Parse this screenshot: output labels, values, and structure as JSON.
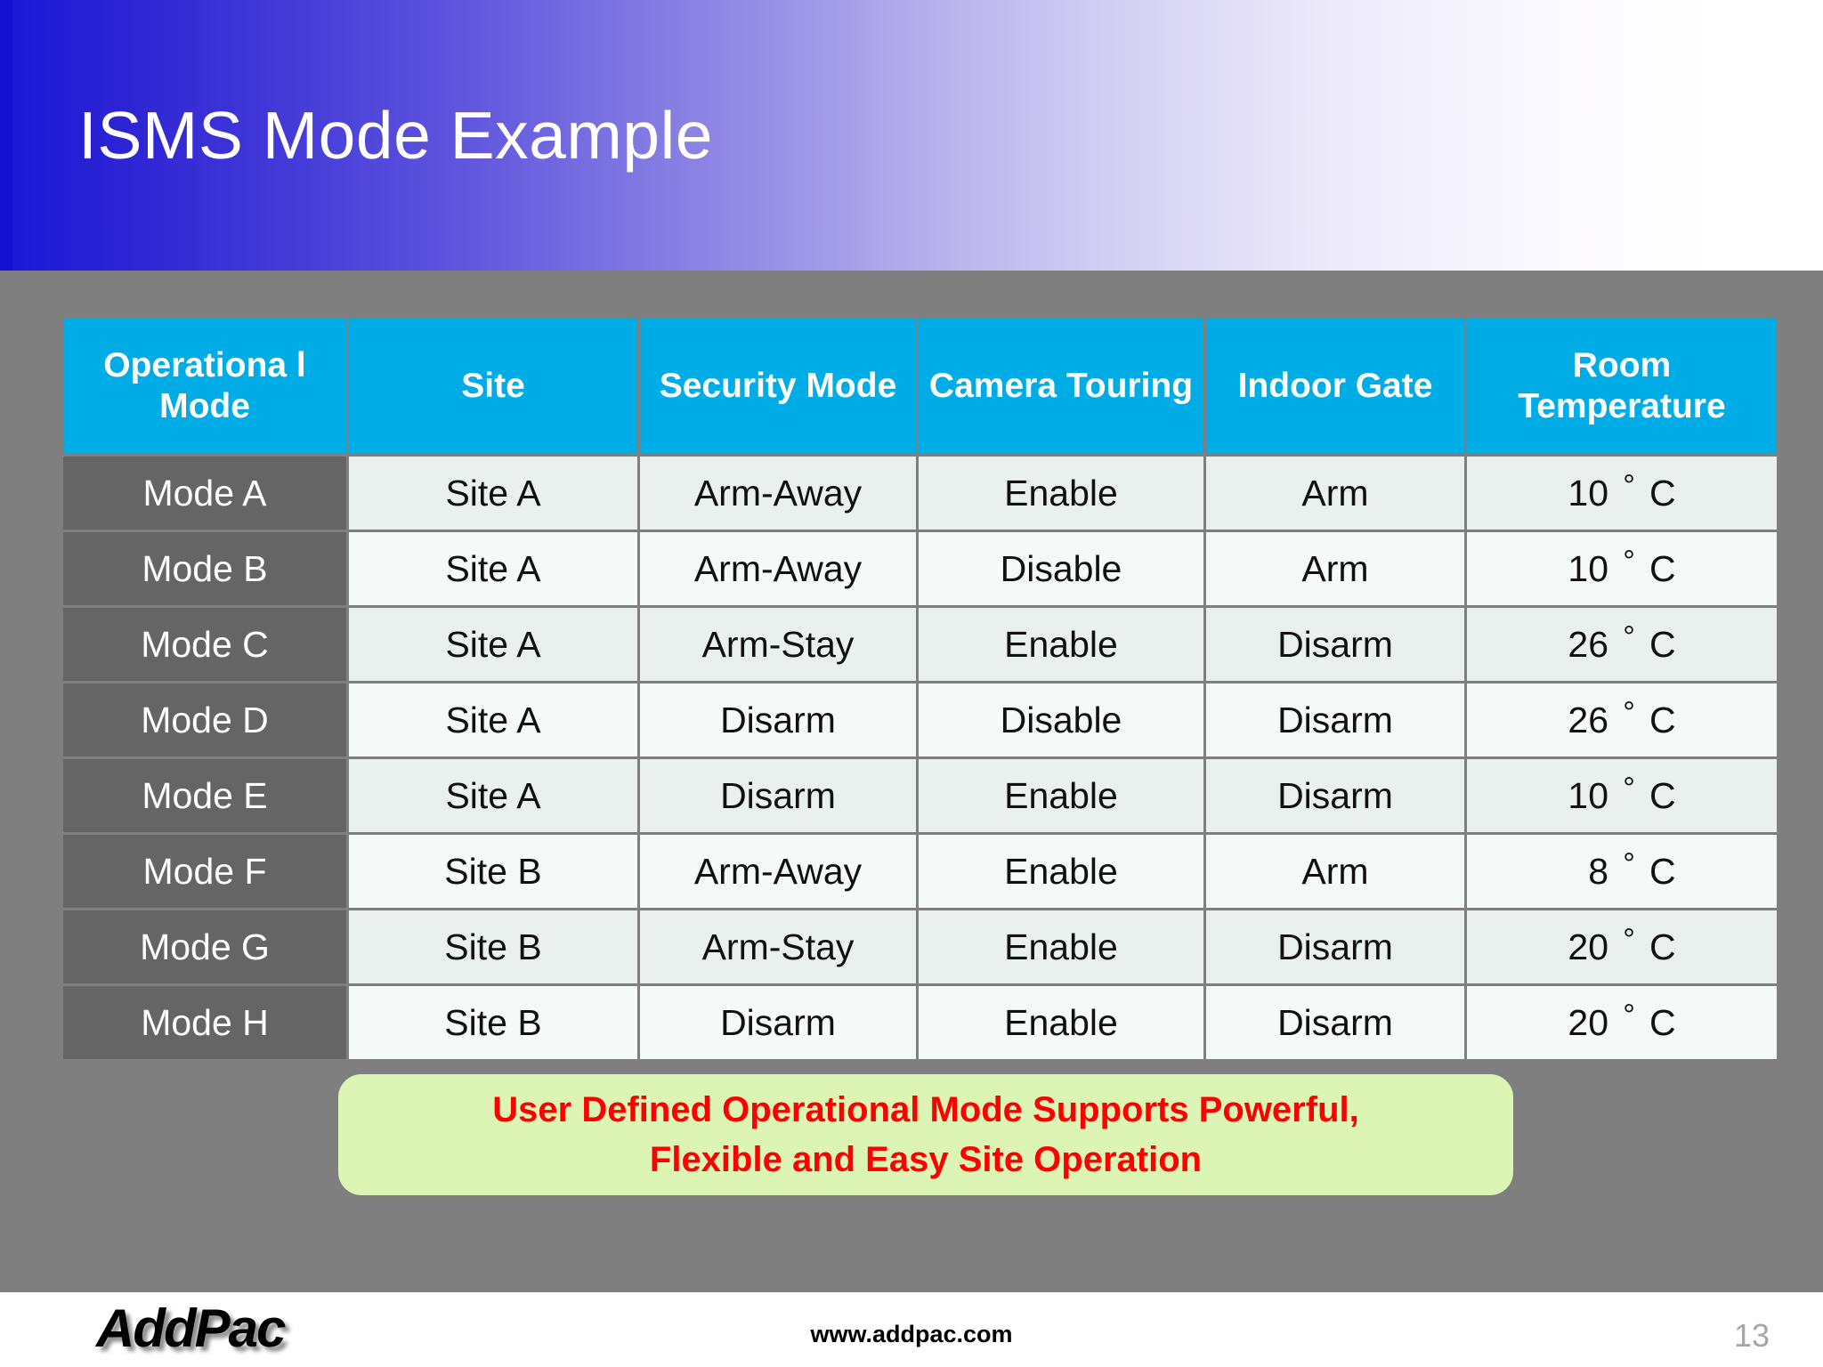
{
  "slide": {
    "title": "ISMS Mode Example",
    "background_color": "#807f7f",
    "title_gradient_from": "#1a18d8",
    "title_gradient_to": "#ffffff"
  },
  "table": {
    "header_color": "#00ace6",
    "mode_cell_color": "#666565",
    "columns": [
      "Operationa l Mode",
      "Site",
      "Security Mode",
      "Camera Touring",
      "Indoor Gate",
      "Room Temperature"
    ],
    "rows": [
      {
        "mode": "Mode A",
        "site": "Site A",
        "security": "Arm-Away",
        "camera": "Enable",
        "gate": "Arm",
        "temp_value": "10",
        "temp_deg": "°",
        "temp_unit": "C"
      },
      {
        "mode": "Mode B",
        "site": "Site A",
        "security": "Arm-Away",
        "camera": "Disable",
        "gate": "Arm",
        "temp_value": "10",
        "temp_deg": "°",
        "temp_unit": "C"
      },
      {
        "mode": "Mode C",
        "site": "Site A",
        "security": "Arm-Stay",
        "camera": "Enable",
        "gate": "Disarm",
        "temp_value": "26",
        "temp_deg": "°",
        "temp_unit": "C"
      },
      {
        "mode": "Mode D",
        "site": "Site A",
        "security": "Disarm",
        "camera": "Disable",
        "gate": "Disarm",
        "temp_value": "26",
        "temp_deg": "°",
        "temp_unit": "C"
      },
      {
        "mode": "Mode E",
        "site": "Site A",
        "security": "Disarm",
        "camera": "Enable",
        "gate": "Disarm",
        "temp_value": "10",
        "temp_deg": "°",
        "temp_unit": "C"
      },
      {
        "mode": "Mode F",
        "site": "Site B",
        "security": "Arm-Away",
        "camera": "Enable",
        "gate": "Arm",
        "temp_value": "8",
        "temp_deg": "°",
        "temp_unit": "C"
      },
      {
        "mode": "Mode G",
        "site": "Site B",
        "security": "Arm-Stay",
        "camera": "Enable",
        "gate": "Disarm",
        "temp_value": "20",
        "temp_deg": "°",
        "temp_unit": "C"
      },
      {
        "mode": "Mode H",
        "site": "Site B",
        "security": "Disarm",
        "camera": "Enable",
        "gate": "Disarm",
        "temp_value": "20",
        "temp_deg": "°",
        "temp_unit": "C"
      }
    ]
  },
  "callout": {
    "line1": "User Defined Operational Mode Supports Powerful,",
    "line2": "Flexible and Easy Site Operation",
    "background_color": "#dcf5b4",
    "text_color": "#ff0000"
  },
  "footer": {
    "logo": "AddPac",
    "url": "www.addpac.com",
    "page_number": "13"
  }
}
